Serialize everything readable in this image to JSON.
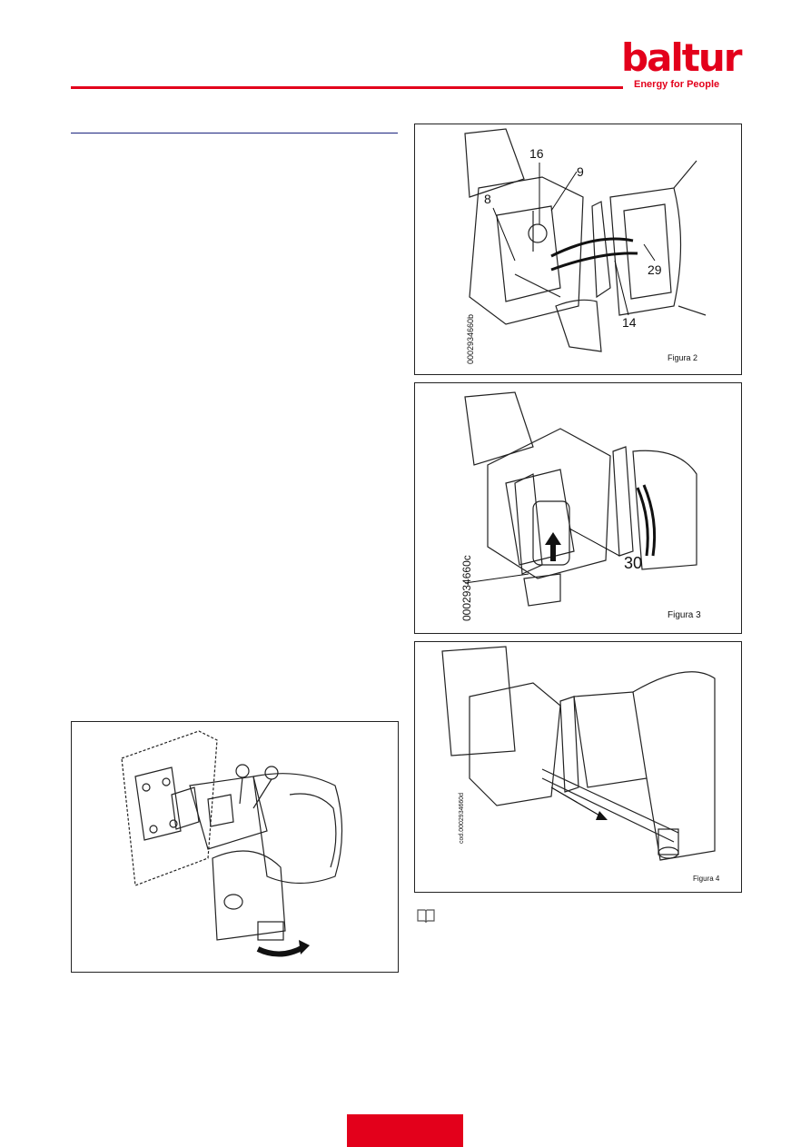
{
  "header": {
    "logo_text": "baltur",
    "tagline": "Energy for People",
    "accent_color": "#e3001b",
    "rule_color": "#e3001b"
  },
  "figures": {
    "fig1": {
      "icon": "rotation-arrow-icon"
    },
    "fig2": {
      "caption": "Figura 2",
      "code": "0002934660b",
      "callouts": [
        "16",
        "9",
        "8",
        "29",
        "14"
      ]
    },
    "fig3": {
      "caption": "Figura 3",
      "code": "0002934660c",
      "callouts": [
        "30"
      ]
    },
    "fig4": {
      "caption": "Figura 4",
      "code": "cod.0002934660d"
    }
  },
  "note_icon": "book-icon",
  "footer": {
    "tab_color": "#e3001b"
  }
}
